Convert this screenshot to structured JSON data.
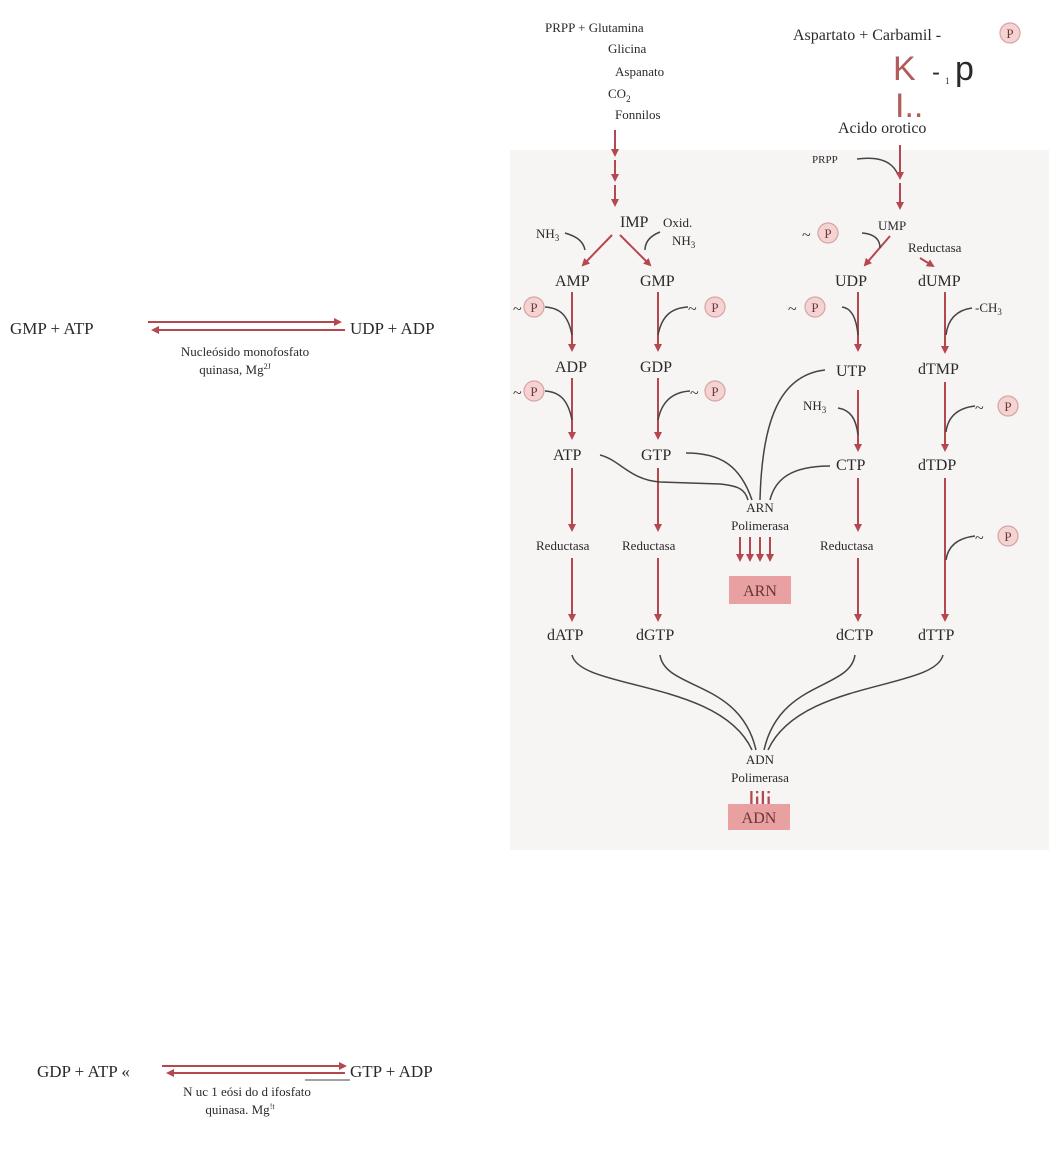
{
  "left_reactions": {
    "nmp_kinase": {
      "left": "GMP + ATP",
      "right": "UDP + ADP",
      "enzyme_line1": "Nucleósido monofosfato",
      "enzyme_line2": "quinasa, Mg",
      "enzyme_sup": "2J"
    },
    "ndp_kinase": {
      "left": "GDP + ATP «",
      "right": "GTP + ADP",
      "enzyme_line1": "N uc 1 eósi do d ifosfato",
      "enzyme_line2": "quinasa. Mg",
      "enzyme_sup": "!t"
    }
  },
  "purine": {
    "precursors": [
      "PRPP + Glutamina",
      "Glicina",
      "Aspanato",
      "CO",
      "Fonnilos"
    ],
    "co2_sub": "2",
    "imp": "IMP",
    "nh3_left": "NH",
    "nh3_sub": "3",
    "oxid": "Oxid.",
    "nh3_right": "NH",
    "amp": "AMP",
    "gmp": "GMP",
    "adp": "ADP",
    "gdp": "GDP",
    "atp": "ATP",
    "gtp": "GTP",
    "reductasa_a": "Reductasa",
    "reductasa_g": "Reductasa",
    "datp": "dATP",
    "dgtp": "dGTP"
  },
  "pyrimidine": {
    "precursor": "Aspartato + Carbamil -",
    "artifact_k": "K",
    "artifact_dash": "-",
    "artifact_sub": "1",
    "artifact_p": "p",
    "artifact_i": "I..",
    "orotic": "Acido orotico",
    "prpp": "PRPP",
    "ump": "UMP",
    "reductasa_ump": "Reductasa",
    "udp": "UDP",
    "dump": "dUMP",
    "ch3": "-CH",
    "ch3_sub": "3",
    "utp": "UTP",
    "dtmp": "dTMP",
    "nh3": "NH",
    "ctp": "CTP",
    "dtdp": "dTDP",
    "reductasa_c": "Reductasa",
    "dctp": "dCTP",
    "dttp": "dTTP"
  },
  "phosphate_symbol": "P",
  "tilde": "~",
  "rna": {
    "enzyme_line1": "ARN",
    "enzyme_line2": "Polimerasa",
    "product": "ARN"
  },
  "dna": {
    "enzyme_line1": "ADN",
    "enzyme_line2": "Polimerasa",
    "bars": "lili",
    "product": "ADN"
  },
  "colors": {
    "arrow": "#b5484f",
    "product_box": "#e8a0a0",
    "phosphate": "#f5d3d3"
  }
}
